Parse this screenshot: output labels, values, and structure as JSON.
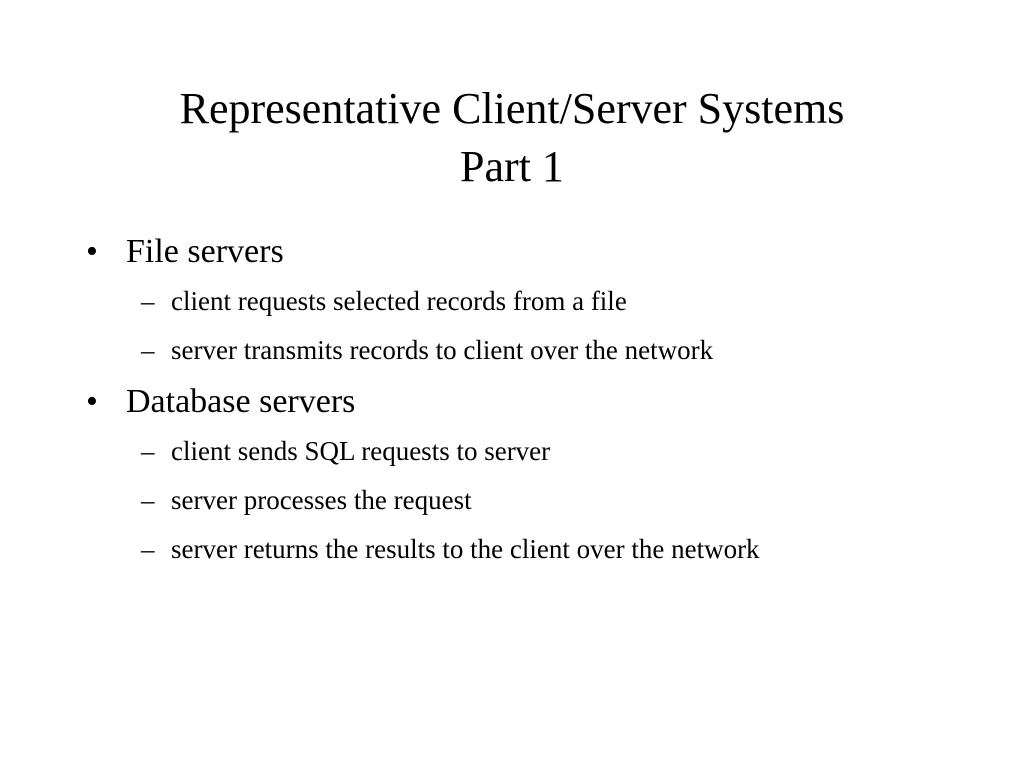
{
  "slide": {
    "title_line1": "Representative Client/Server Systems",
    "title_line2": "Part 1",
    "bullet_marker": "•",
    "sub_marker": "–",
    "bullets": [
      {
        "label": "File servers",
        "subs": [
          "client requests selected records from a file",
          "server transmits records to client over the network"
        ]
      },
      {
        "label": "Database servers",
        "subs": [
          "client sends SQL requests to server",
          "server processes the request",
          "server returns the results to the client over the network"
        ]
      }
    ]
  }
}
